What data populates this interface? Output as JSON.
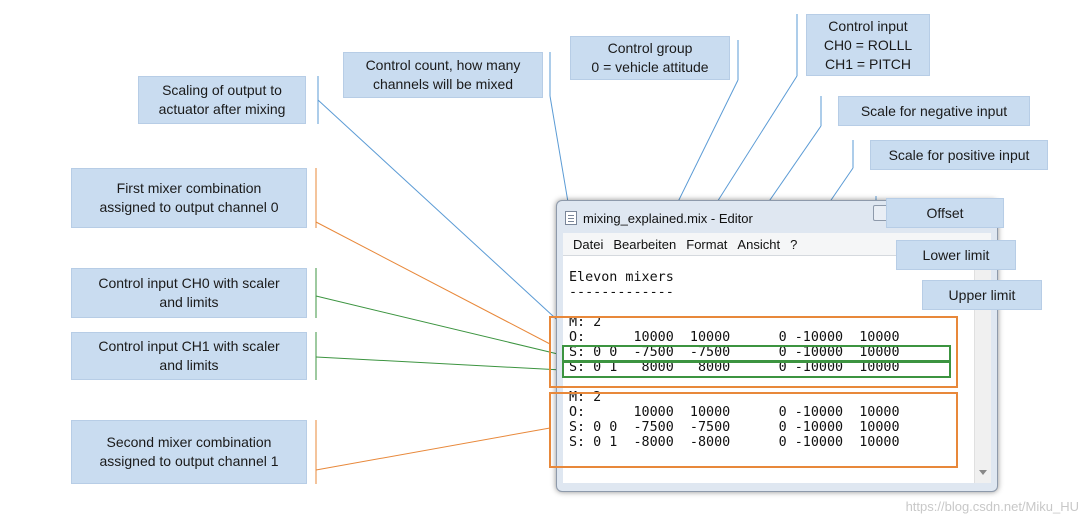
{
  "callouts": {
    "scaling": [
      "Scaling of output to",
      "actuator after mixing"
    ],
    "control_count": [
      "Control count, how many",
      "channels will be mixed"
    ],
    "control_group": [
      "Control group",
      "0 = vehicle attitude"
    ],
    "control_input": [
      "Control input",
      "CH0 = ROLLL",
      "CH1 = PITCH"
    ],
    "scale_negative": [
      "Scale for negative input"
    ],
    "scale_positive": [
      "Scale for positive input"
    ],
    "offset": [
      "Offset"
    ],
    "lower_limit": [
      "Lower limit"
    ],
    "upper_limit": [
      "Upper limit"
    ],
    "first_mixer": [
      "First mixer combination",
      "assigned to output channel 0"
    ],
    "ch0_input": [
      "Control input CH0 with scaler",
      "and limits"
    ],
    "ch1_input": [
      "Control input CH1 with scaler",
      "and limits"
    ],
    "second_mixer": [
      "Second mixer combination",
      "assigned to output channel 1"
    ]
  },
  "editor": {
    "title": "mixing_explained.mix - Editor",
    "menu": [
      "Datei",
      "Bearbeiten",
      "Format",
      "Ansicht",
      "?"
    ],
    "lines": [
      "Elevon mixers",
      "-------------",
      "",
      "M: 2",
      "O:      10000  10000      0 -10000  10000",
      "S: 0 0  -7500  -7500      0 -10000  10000",
      "S: 0 1   8000   8000      0 -10000  10000",
      "",
      "M: 2",
      "O:      10000  10000      0 -10000  10000",
      "S: 0 0  -7500  -7500      0 -10000  10000",
      "S: 0 1  -8000  -8000      0 -10000  10000"
    ]
  },
  "watermark": "https://blog.csdn.net/Miku_HU",
  "colors": {
    "callout_bg": "#c9dcf0",
    "blue_line": "#5b9bd5",
    "orange": "#e8883a",
    "green": "#3c9440"
  }
}
